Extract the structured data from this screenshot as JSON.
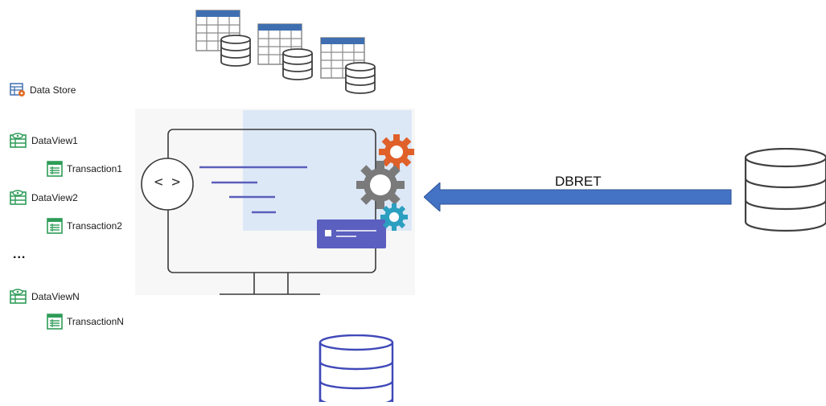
{
  "diagram": {
    "tree": {
      "data_store": {
        "label": "Data Store",
        "icon": "data-store-icon"
      },
      "items": [
        {
          "label": "DataView1",
          "icon": "dataview-icon"
        },
        {
          "label": "Transaction1",
          "icon": "transaction-icon"
        },
        {
          "label": "DataView2",
          "icon": "dataview-icon"
        },
        {
          "label": "Transaction2",
          "icon": "transaction-icon"
        },
        {
          "label": "DataViewN",
          "icon": "dataview-icon"
        },
        {
          "label": "TransactionN",
          "icon": "transaction-icon"
        }
      ],
      "ellipsis": "..."
    },
    "center": {
      "code_symbol": "< >",
      "icons": [
        "monitor-icon",
        "gear-icon",
        "card-icon",
        "code-icon"
      ]
    },
    "connector": {
      "label": "DBRET",
      "direction": "right-to-left"
    },
    "databases": [
      "table-database-icon",
      "database-icon"
    ],
    "colors": {
      "arrow": "#4472c4",
      "db_blue": "#3f48b8",
      "db_gray": "#404040",
      "table_header": "#3f6fb0",
      "gear_orange": "#e0602a",
      "gear_gray": "#7a7a7a",
      "gear_teal": "#2b9fc0",
      "card": "#5b5fbf",
      "screen_highlight": "#dde8f7",
      "tree_green": "#2e9c58",
      "tree_orange": "#e36a1f"
    }
  }
}
